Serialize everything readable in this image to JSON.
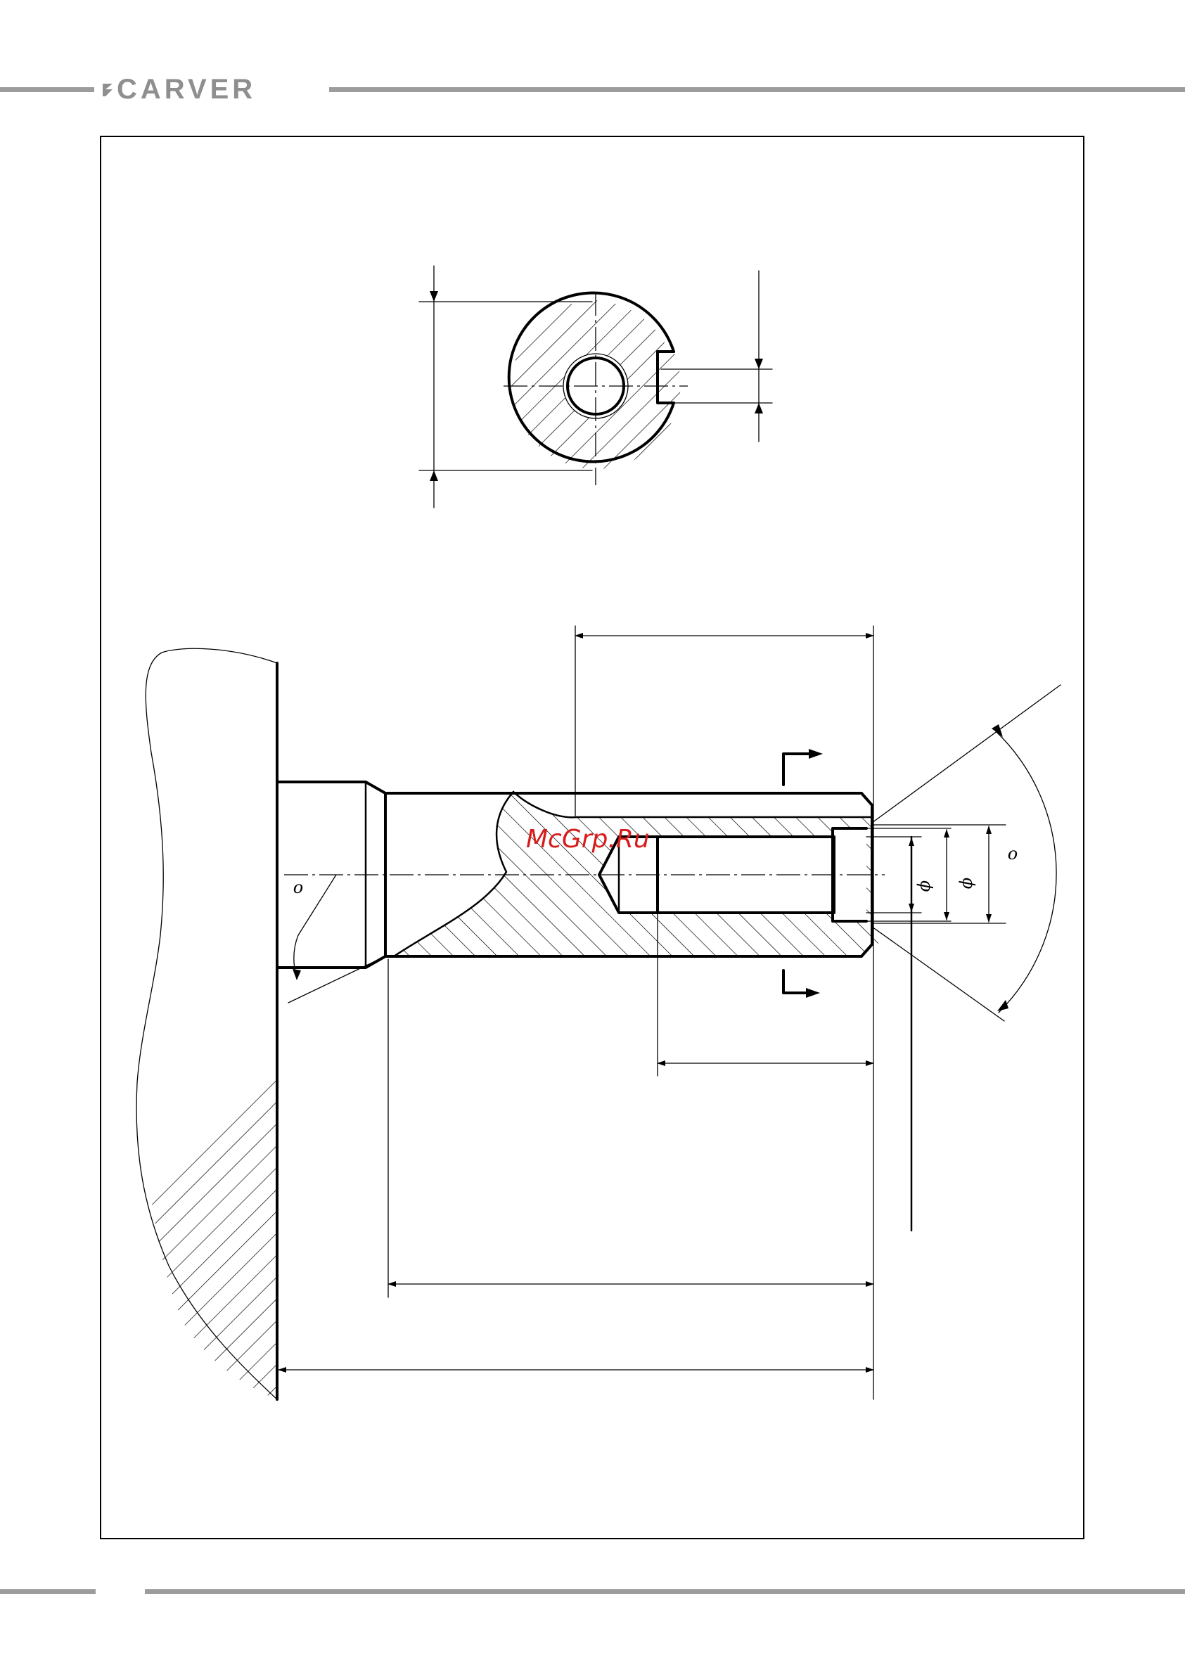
{
  "header": {
    "brand": "CARVER"
  },
  "drawing": {
    "symbols": {
      "diameter_1": "ϕ",
      "diameter_2": "ϕ",
      "degree_1": "o",
      "degree_2": "o"
    }
  },
  "watermark": "McGrp.Ru"
}
